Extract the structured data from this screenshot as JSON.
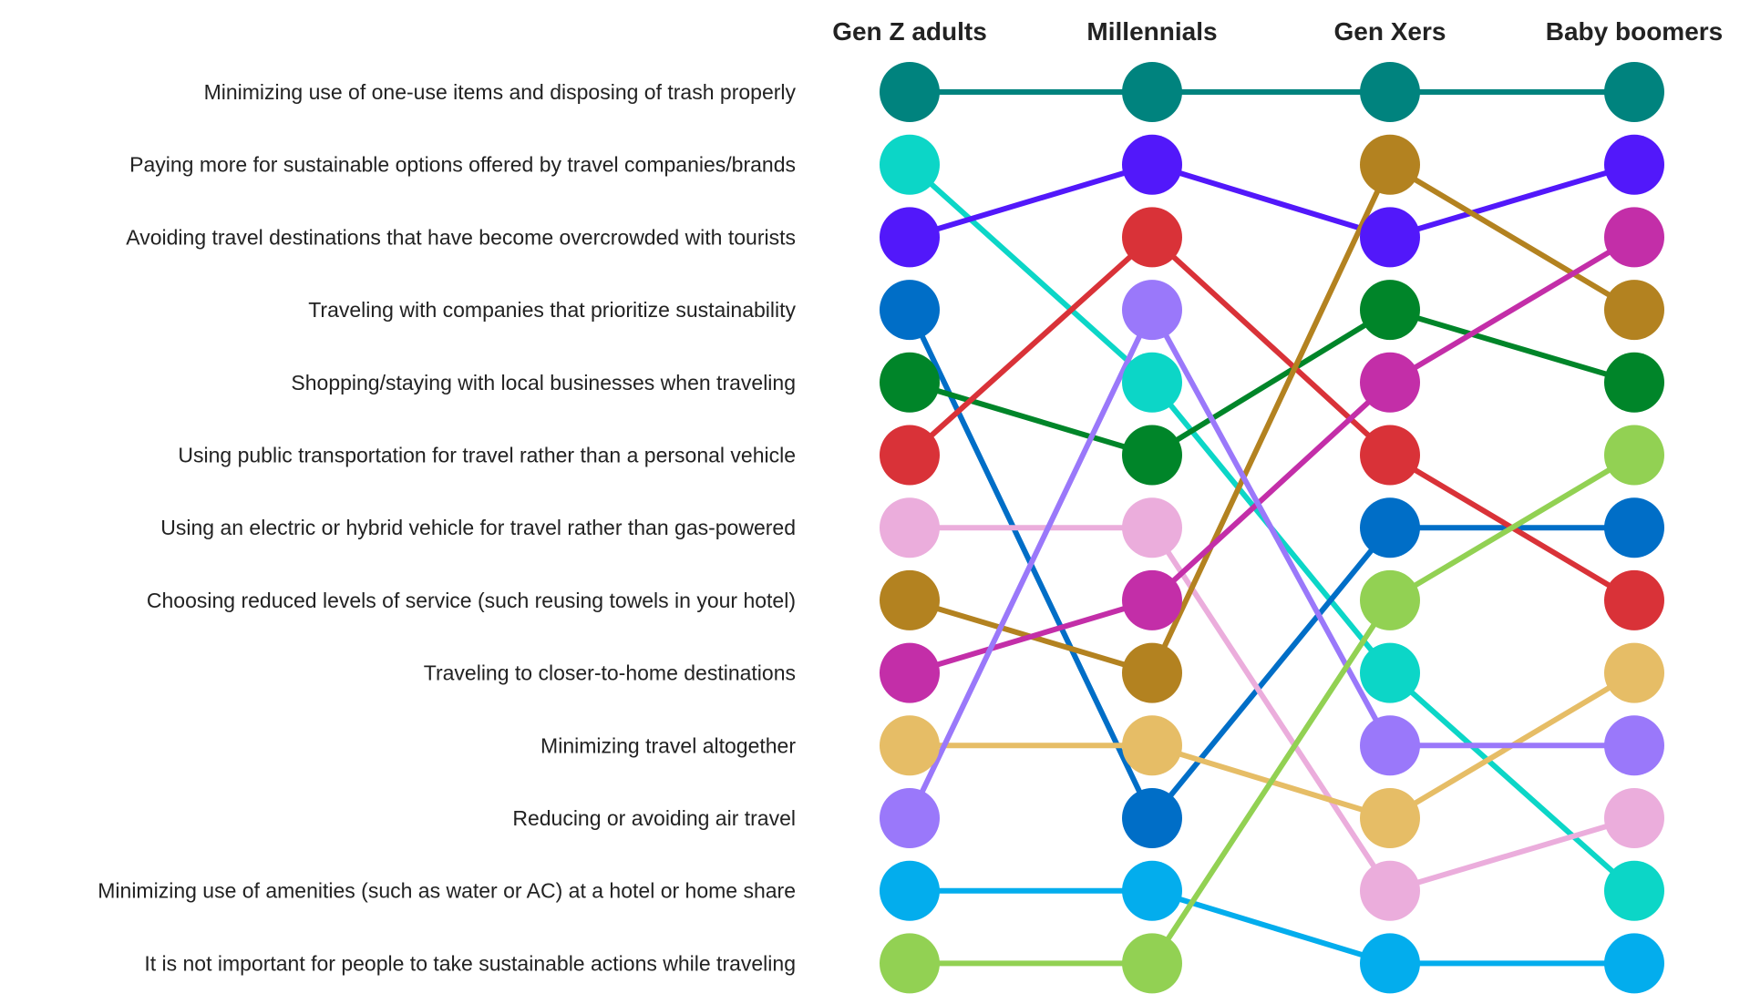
{
  "chart_data": {
    "type": "bump",
    "title": "",
    "groups": [
      "Gen Z adults",
      "Millennials",
      "Gen Xers",
      "Baby boomers"
    ],
    "rank_labels": [
      "Minimizing use of one-use items and disposing of trash properly",
      "Paying more for sustainable options offered by travel companies/brands",
      "Avoiding travel destinations that have become overcrowded with tourists",
      "Traveling with companies that prioritize sustainability",
      "Shopping/staying with local businesses when traveling",
      "Using public transportation for travel rather than a personal vehicle",
      "Using an electric or hybrid vehicle for travel rather than gas-powered",
      "Choosing reduced levels of service (such reusing towels in your hotel)",
      "Traveling to closer-to-home destinations",
      "Minimizing travel altogether",
      "Reducing or avoiding air travel",
      "Minimizing use of amenities (such as water or AC) at a hotel or home share",
      "It is not important for people to take sustainable actions while traveling"
    ],
    "series": [
      {
        "color": "#00837e",
        "ranks": [
          1,
          1,
          1,
          1
        ]
      },
      {
        "color": "#0cd6c7",
        "ranks": [
          2,
          5,
          9,
          12
        ]
      },
      {
        "color": "#5218fa",
        "ranks": [
          3,
          2,
          3,
          2
        ]
      },
      {
        "color": "#006ec7",
        "ranks": [
          4,
          11,
          7,
          7
        ]
      },
      {
        "color": "#008529",
        "ranks": [
          5,
          6,
          4,
          5
        ]
      },
      {
        "color": "#d93238",
        "ranks": [
          6,
          3,
          6,
          8
        ]
      },
      {
        "color": "#ebaddc",
        "ranks": [
          7,
          7,
          12,
          11
        ]
      },
      {
        "color": "#b38220",
        "ranks": [
          8,
          9,
          2,
          4
        ]
      },
      {
        "color": "#c32ea8",
        "ranks": [
          9,
          8,
          5,
          3
        ]
      },
      {
        "color": "#e6bd66",
        "ranks": [
          10,
          10,
          11,
          9
        ]
      },
      {
        "color": "#9a78fa",
        "ranks": [
          11,
          4,
          10,
          10
        ]
      },
      {
        "color": "#03aded",
        "ranks": [
          12,
          12,
          13,
          13
        ]
      },
      {
        "color": "#92d153",
        "ranks": [
          13,
          13,
          8,
          6
        ]
      }
    ]
  }
}
